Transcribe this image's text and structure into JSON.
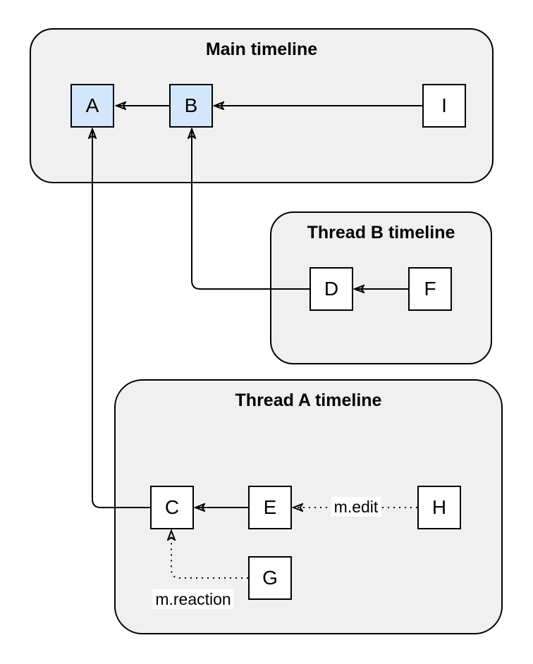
{
  "diagram": {
    "containers": [
      {
        "id": "main-timeline",
        "title": "Main timeline"
      },
      {
        "id": "thread-b-timeline",
        "title": "Thread B timeline"
      },
      {
        "id": "thread-a-timeline",
        "title": "Thread A timeline"
      }
    ],
    "nodes": [
      {
        "id": "A",
        "label": "A",
        "container": "main-timeline",
        "highlighted": true
      },
      {
        "id": "B",
        "label": "B",
        "container": "main-timeline",
        "highlighted": true
      },
      {
        "id": "I",
        "label": "I",
        "container": "main-timeline",
        "highlighted": false
      },
      {
        "id": "D",
        "label": "D",
        "container": "thread-b-timeline",
        "highlighted": false
      },
      {
        "id": "F",
        "label": "F",
        "container": "thread-b-timeline",
        "highlighted": false
      },
      {
        "id": "C",
        "label": "C",
        "container": "thread-a-timeline",
        "highlighted": false
      },
      {
        "id": "E",
        "label": "E",
        "container": "thread-a-timeline",
        "highlighted": false
      },
      {
        "id": "H",
        "label": "H",
        "container": "thread-a-timeline",
        "highlighted": false
      },
      {
        "id": "G",
        "label": "G",
        "container": "thread-a-timeline",
        "highlighted": false
      }
    ],
    "edges": [
      {
        "from": "B",
        "to": "A",
        "style": "solid",
        "label": ""
      },
      {
        "from": "I",
        "to": "B",
        "style": "solid",
        "label": ""
      },
      {
        "from": "F",
        "to": "D",
        "style": "solid",
        "label": ""
      },
      {
        "from": "D",
        "to": "B",
        "style": "solid",
        "label": ""
      },
      {
        "from": "E",
        "to": "C",
        "style": "solid",
        "label": ""
      },
      {
        "from": "C",
        "to": "A",
        "style": "solid",
        "label": ""
      },
      {
        "from": "H",
        "to": "E",
        "style": "dotted",
        "label": "m.edit"
      },
      {
        "from": "G",
        "to": "C",
        "style": "dotted",
        "label": "m.reaction"
      }
    ],
    "colors": {
      "page_background": "#ffffff",
      "container_fill": "#f0f0f0",
      "container_border": "#000000",
      "node_fill": "#ffffff",
      "node_highlight_fill": "#d4e6fb",
      "node_border": "#000000",
      "edge": "#000000",
      "edge_label_background": "#ffffff",
      "text": "#000000"
    }
  }
}
